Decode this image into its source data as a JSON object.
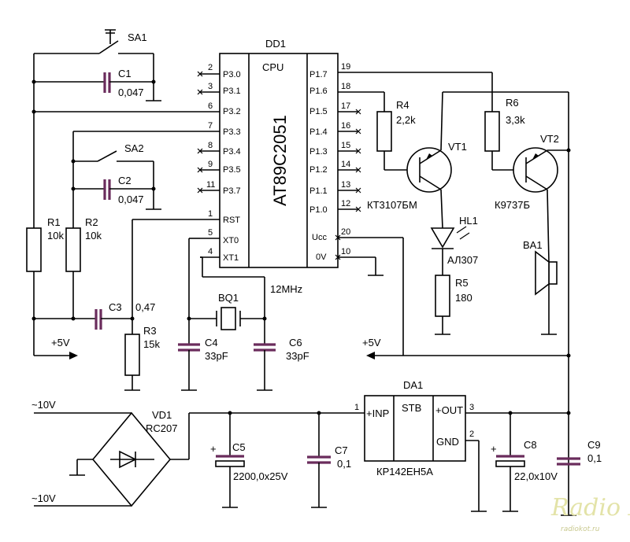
{
  "mcu": {
    "ref": "DD1",
    "core_label": "CPU",
    "part": "AT89C2051",
    "left_pins": [
      {
        "num": "2",
        "label": "P3.0"
      },
      {
        "num": "3",
        "label": "P3.1"
      },
      {
        "num": "6",
        "label": "P3.2"
      },
      {
        "num": "7",
        "label": "P3.3"
      },
      {
        "num": "8",
        "label": "P3.4"
      },
      {
        "num": "9",
        "label": "P3.5"
      },
      {
        "num": "11",
        "label": "P3.7"
      },
      {
        "num": "1",
        "label": "RST"
      },
      {
        "num": "5",
        "label": "XT0"
      },
      {
        "num": "4",
        "label": "XT1"
      }
    ],
    "right_pins": [
      {
        "num": "19",
        "label": "P1.7"
      },
      {
        "num": "18",
        "label": "P1.6"
      },
      {
        "num": "17",
        "label": "P1.5"
      },
      {
        "num": "16",
        "label": "P1.4"
      },
      {
        "num": "15",
        "label": "P1.3"
      },
      {
        "num": "14",
        "label": "P1.2"
      },
      {
        "num": "13",
        "label": "P1.1"
      },
      {
        "num": "12",
        "label": "P1.0"
      },
      {
        "num": "20",
        "label": "Ucc"
      },
      {
        "num": "10",
        "label": "0V"
      }
    ]
  },
  "components": {
    "sa1": {
      "ref": "SA1"
    },
    "sa2": {
      "ref": "SA2"
    },
    "c1": {
      "ref": "C1",
      "value": "0,047"
    },
    "c2": {
      "ref": "C2",
      "value": "0,047"
    },
    "c3": {
      "ref": "C3",
      "value": "0,47"
    },
    "r1": {
      "ref": "R1",
      "value": "10k"
    },
    "r2": {
      "ref": "R2",
      "value": "10k"
    },
    "r3": {
      "ref": "R3",
      "value": "15k"
    },
    "bq1": {
      "ref": "BQ1",
      "value": "12MHz"
    },
    "c4": {
      "ref": "C4",
      "value": "33pF"
    },
    "c6": {
      "ref": "C6",
      "value": "33pF"
    },
    "r4": {
      "ref": "R4",
      "value": "2,2k"
    },
    "r5": {
      "ref": "R5",
      "value": "180"
    },
    "r6": {
      "ref": "R6",
      "value": "3,3k"
    },
    "vt1": {
      "ref": "VT1",
      "part": "КТ3107БМ"
    },
    "vt2": {
      "ref": "VT2",
      "part": "К9737Б"
    },
    "hl1": {
      "ref": "HL1",
      "part": "АЛ307"
    },
    "ba1": {
      "ref": "BA1"
    },
    "vd1": {
      "ref": "VD1",
      "part": "RC207"
    },
    "c5": {
      "ref": "C5",
      "value": "2200,0x25V"
    },
    "c7": {
      "ref": "C7",
      "value": "0,1"
    },
    "c8": {
      "ref": "C8",
      "value": "22,0x10V"
    },
    "c9": {
      "ref": "C9",
      "value": "0,1"
    },
    "da1": {
      "ref": "DA1",
      "part": "КР142ЕН5А",
      "pins": [
        "+INP",
        "STB",
        "+OUT",
        "GND"
      ],
      "pin_numbers": [
        "1",
        "3",
        "2"
      ]
    }
  },
  "nets": {
    "plus5v": "+5V",
    "ac_top": "~10V",
    "ac_bottom": "~10V"
  },
  "watermark": {
    "logo": "Radio КОТ",
    "url": "radiokot.ru"
  }
}
